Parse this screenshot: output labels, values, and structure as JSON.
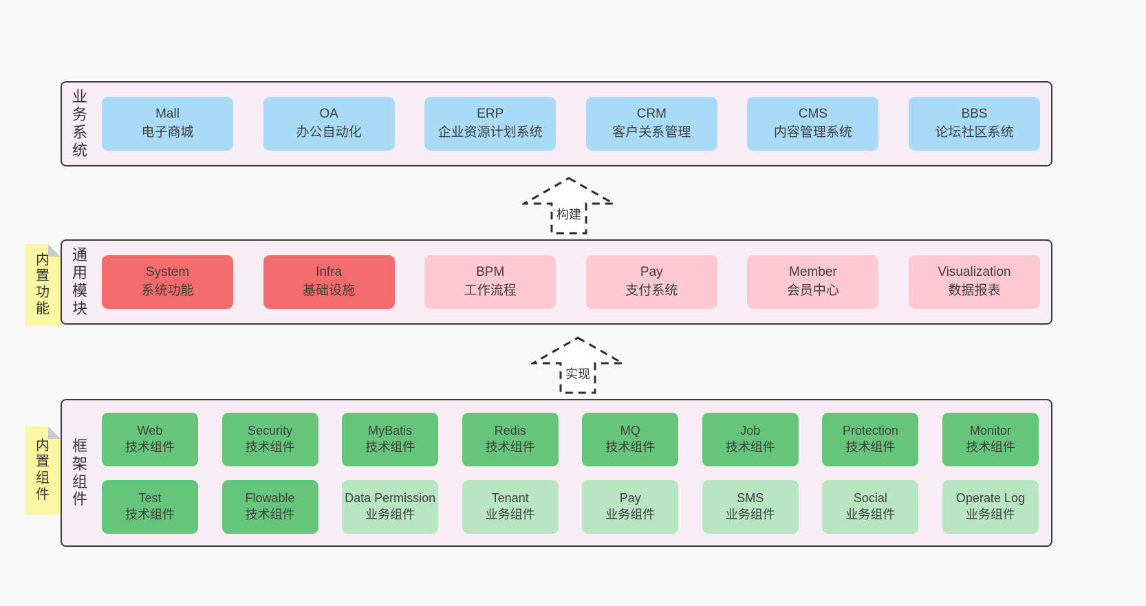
{
  "sections": [
    {
      "label": "业务系统",
      "boxes": [
        {
          "title": "Mall",
          "subtitle": "电子商城"
        },
        {
          "title": "OA",
          "subtitle": "办公自动化"
        },
        {
          "title": "ERP",
          "subtitle": "企业资源计划系统"
        },
        {
          "title": "CRM",
          "subtitle": "客户关系管理"
        },
        {
          "title": "CMS",
          "subtitle": "内容管理系统"
        },
        {
          "title": "BBS",
          "subtitle": "论坛社区系统"
        }
      ]
    },
    {
      "label": "通用模块",
      "tag": "内置功能",
      "boxes": [
        {
          "title": "System",
          "subtitle": "系统功能"
        },
        {
          "title": "Infra",
          "subtitle": "基础设施"
        },
        {
          "title": "BPM",
          "subtitle": "工作流程"
        },
        {
          "title": "Pay",
          "subtitle": "支付系统"
        },
        {
          "title": "Member",
          "subtitle": "会员中心"
        },
        {
          "title": "Visualization",
          "subtitle": "数据报表"
        }
      ]
    },
    {
      "label": "框架组件",
      "tag": "内置组件",
      "rows": [
        [
          {
            "title": "Web",
            "subtitle": "技术组件"
          },
          {
            "title": "Security",
            "subtitle": "技术组件"
          },
          {
            "title": "MyBatis",
            "subtitle": "技术组件"
          },
          {
            "title": "Redis",
            "subtitle": "技术组件"
          },
          {
            "title": "MQ",
            "subtitle": "技术组件"
          },
          {
            "title": "Job",
            "subtitle": "技术组件"
          },
          {
            "title": "Protection",
            "subtitle": "技术组件"
          },
          {
            "title": "Monitor",
            "subtitle": "技术组件"
          }
        ],
        [
          {
            "title": "Test",
            "subtitle": "技术组件"
          },
          {
            "title": "Flowable",
            "subtitle": "技术组件"
          },
          {
            "title": "Data Permission",
            "subtitle": "业务组件"
          },
          {
            "title": "Tenant",
            "subtitle": "业务组件"
          },
          {
            "title": "Pay",
            "subtitle": "业务组件"
          },
          {
            "title": "SMS",
            "subtitle": "业务组件"
          },
          {
            "title": "Social",
            "subtitle": "业务组件"
          },
          {
            "title": "Operate Log",
            "subtitle": "业务组件"
          }
        ]
      ]
    }
  ],
  "arrows": [
    {
      "label": "构建"
    },
    {
      "label": "实现"
    }
  ],
  "colors": {
    "page_bg": "#f8f8f8",
    "section_bg": "#f7edf4",
    "section_border": "#3c3c3c",
    "blue_box": "#a9dbf7",
    "red_box": "#f56c6c",
    "pink_box": "#fec9d2",
    "green_box": "#65c57b",
    "light_green_box": "#b8e6c2",
    "tag_yellow": "#fbf8a1",
    "tag_fold_gray": "#c9c9c9",
    "text": "#3a3a3a"
  }
}
